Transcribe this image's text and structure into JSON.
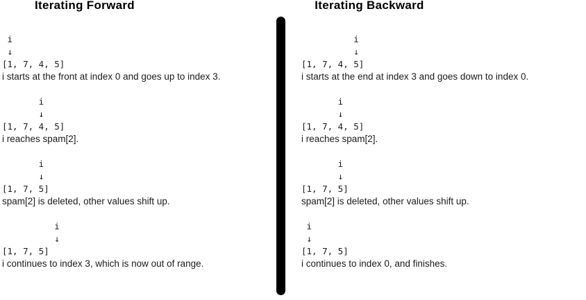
{
  "figure": {
    "columns": [
      {
        "title": "Iterating Forward",
        "steps": [
          {
            "diagram": " i\n ↓\n[1, 7, 4, 5]",
            "caption": "i starts at the front at index 0 and goes up to index 3."
          },
          {
            "diagram": "       i\n       ↓\n[1, 7, 4, 5]",
            "caption": "i reaches spam[2]."
          },
          {
            "diagram": "       i\n       ↓\n[1, 7, 5]",
            "caption": "spam[2] is deleted, other values shift up."
          },
          {
            "diagram": "          i\n          ↓\n[1, 7, 5]",
            "caption": "i continues to index 3, which is now out of range."
          }
        ]
      },
      {
        "title": "Iterating Backward",
        "steps": [
          {
            "diagram": "          i\n          ↓\n[1, 7, 4, 5]",
            "caption": "i starts at the end at index 3 and goes down to index 0."
          },
          {
            "diagram": "       i\n       ↓\n[1, 7, 4, 5]",
            "caption": "i reaches spam[2]."
          },
          {
            "diagram": "       i\n       ↓\n[1, 7, 5]",
            "caption": "spam[2] is deleted, other values shift up."
          },
          {
            "diagram": " i\n ↓\n[1, 7, 5]",
            "caption": "i continues to index 0, and finishes."
          }
        ]
      }
    ],
    "colors": {
      "text": "#1a1a1a",
      "divider": "#000000",
      "background": "#ffffff"
    }
  }
}
